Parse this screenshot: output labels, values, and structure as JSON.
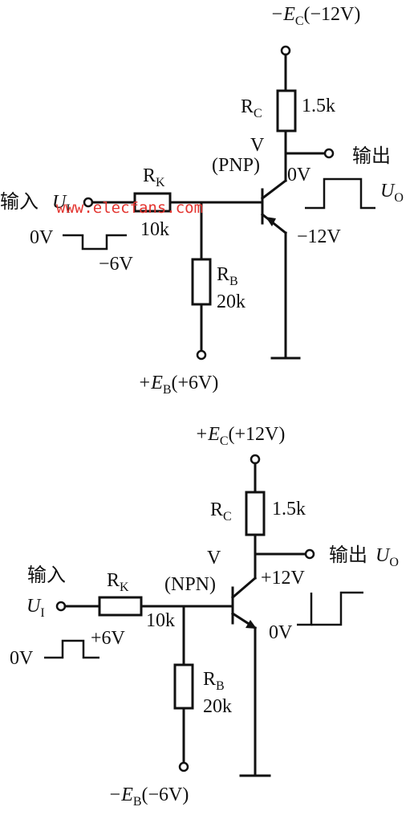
{
  "top": {
    "supply": {
      "main": "−E",
      "sub": "C",
      "value": "(−12V)"
    },
    "rc": {
      "main": "R",
      "sub": "C",
      "value": "1.5k"
    },
    "transistor": {
      "name": "V",
      "type": "(PNP)"
    },
    "output": {
      "label": "输出",
      "signal_main": "U",
      "signal_sub": "O",
      "level_high": "0V",
      "level_low": "−12V"
    },
    "input": {
      "label": "输入",
      "signal_main": "U",
      "signal_sub": "I",
      "level_high": "0V",
      "level_low": "−6V"
    },
    "rk": {
      "main": "R",
      "sub": "K",
      "value": "10k"
    },
    "rb": {
      "main": "R",
      "sub": "B",
      "value": "20k"
    },
    "bias": {
      "main": "+E",
      "sub": "B",
      "value": "(+6V)"
    }
  },
  "bottom": {
    "supply": {
      "main": "+E",
      "sub": "C",
      "value": "(+12V)"
    },
    "rc": {
      "main": "R",
      "sub": "C",
      "value": "1.5k"
    },
    "transistor": {
      "name": "V",
      "type": "(NPN)"
    },
    "output": {
      "label": "输出",
      "signal_main": "U",
      "signal_sub": "O",
      "level_high": "+12V",
      "level_low": "0V"
    },
    "input": {
      "label": "输入",
      "signal_main": "U",
      "signal_sub": "I",
      "level_high": "+6V",
      "level_low": "0V"
    },
    "rk": {
      "main": "R",
      "sub": "K",
      "value": "10k"
    },
    "rb": {
      "main": "R",
      "sub": "B",
      "value": "20k"
    },
    "bias": {
      "main": "−E",
      "sub": "B",
      "value": "(−6V)"
    }
  },
  "watermark": "www.elecfans.com"
}
